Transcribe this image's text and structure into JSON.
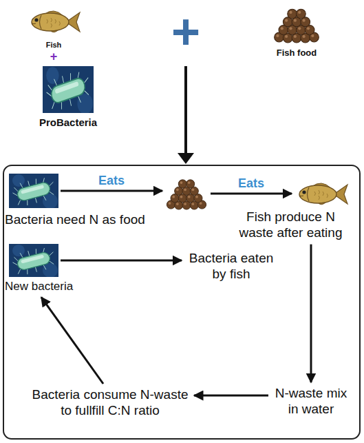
{
  "diagram": {
    "nodes": [
      {
        "text": [
          "Bacteria need N as food"
        ]
      },
      {
        "text": []
      },
      {
        "text": [
          "Fish produce N waste after eating"
        ]
      },
      {
        "text": [
          "New bacteria"
        ]
      },
      {
        "text": [
          "Bacteria eaten by fish"
        ]
      },
      {
        "text": [
          "N-waste mix in water"
        ]
      },
      {
        "text": [
          "Bacteria consume N-waste to fullfill C:N ratio"
        ]
      }
    ],
    "edges": [
      {
        "from": 0,
        "to": 1,
        "arrow": "to",
        "label": "Eats"
      },
      {
        "from": 1,
        "to": 2,
        "arrow": "to",
        "label": "Eats"
      },
      {
        "from": 3,
        "to": 4,
        "arrow": "to"
      },
      {
        "from": 2,
        "to": 5,
        "arrow": "to"
      },
      {
        "from": 5,
        "to": 6,
        "arrow": "to"
      },
      {
        "from": 6,
        "to": 3,
        "arrow": "to"
      }
    ],
    "labels": [
      "Fish",
      "+",
      "ProBacteria",
      "+",
      "Fish food"
    ]
  }
}
